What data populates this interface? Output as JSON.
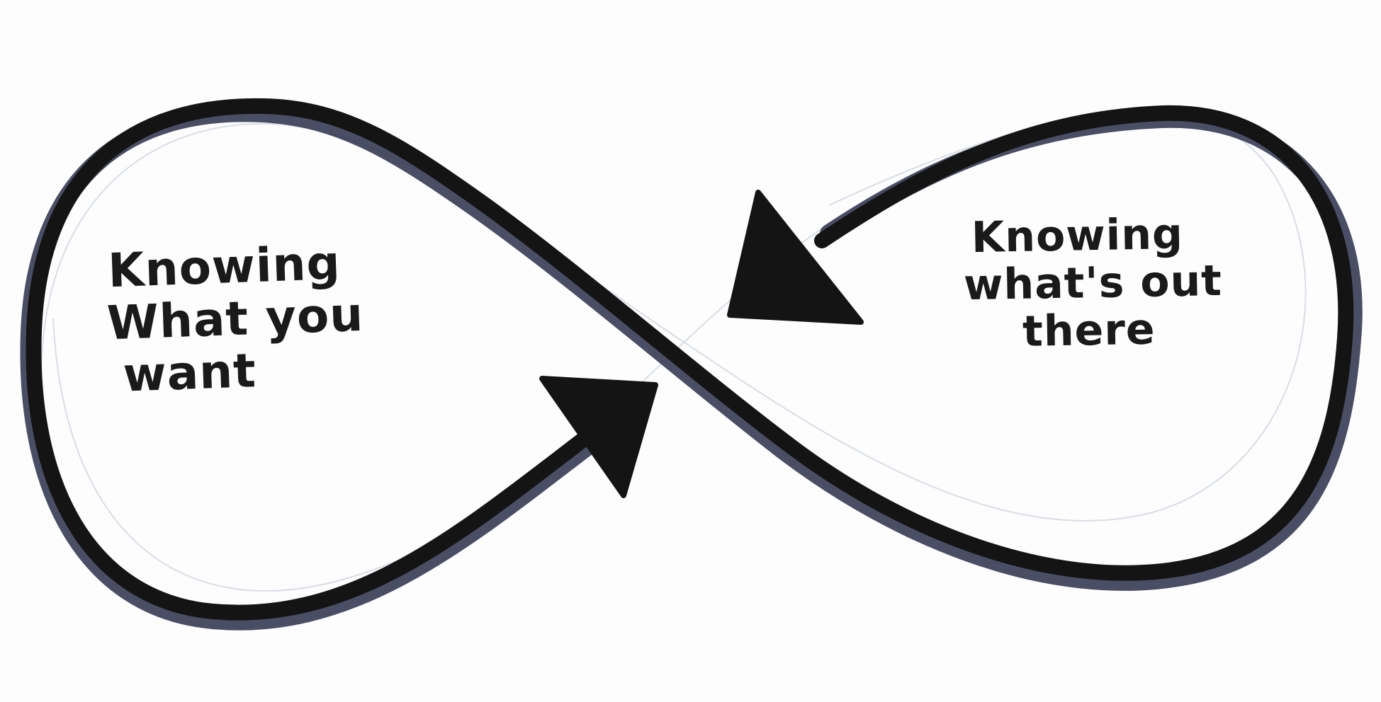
{
  "diagram": {
    "left_loop_label": [
      "Knowing",
      "What you",
      "want"
    ],
    "right_loop_label": [
      "Knowing",
      "what's out",
      "there"
    ],
    "ink_color": "#141414",
    "ink_tint_color": "#2a2f4a"
  }
}
